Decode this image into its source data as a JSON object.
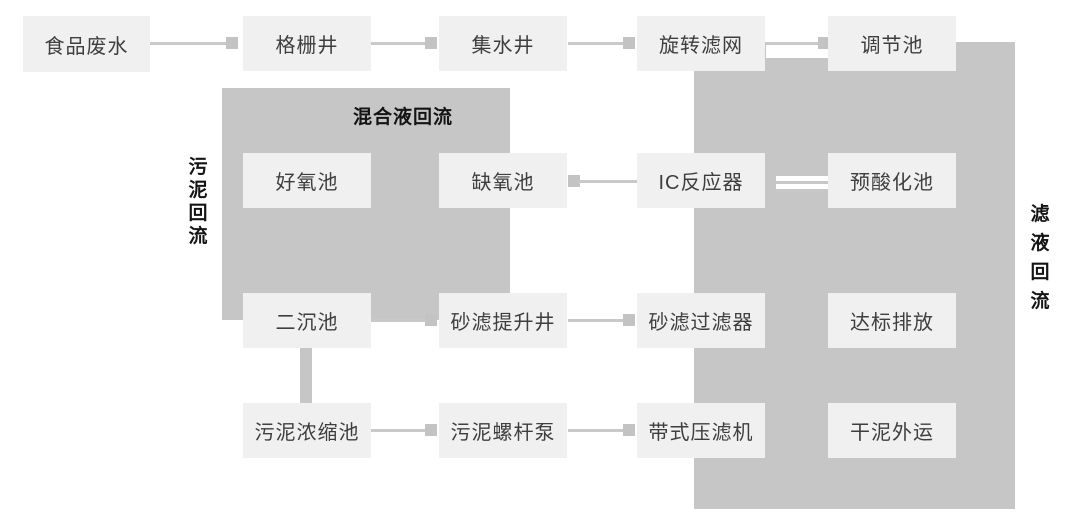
{
  "diagram": {
    "boxes": {
      "food_wastewater": "食品废水",
      "grid_well": "格栅井",
      "collection_well": "集水井",
      "rotary_screen": "旋转滤网",
      "regulating_tank": "调节池",
      "aerobic_tank": "好氧池",
      "anoxic_tank": "缺氧池",
      "ic_reactor": "IC反应器",
      "pre_acidification_tank": "预酸化池",
      "secondary_sedimentation_tank": "二沉池",
      "sand_filter_lift_well": "砂滤提升井",
      "sand_filter": "砂滤过滤器",
      "standard_discharge": "达标排放",
      "sludge_thickening_tank": "污泥浓缩池",
      "sludge_screw_pump": "污泥螺杆泵",
      "belt_filter_press": "带式压滤机",
      "dry_sludge_removal": "干泥外运"
    },
    "labels": {
      "mixed_liquor_reflux": "混合液回流",
      "sludge_reflux": "污泥回流",
      "filtrate_reflux": "滤液回流"
    },
    "edges": [
      {
        "from": "食品废水",
        "to": "格栅井"
      },
      {
        "from": "格栅井",
        "to": "集水井"
      },
      {
        "from": "集水井",
        "to": "旋转滤网"
      },
      {
        "from": "旋转滤网",
        "to": "调节池"
      },
      {
        "from": "IC反应器",
        "to": "缺氧池"
      },
      {
        "from": "IC反应器",
        "to": "预酸化池"
      },
      {
        "from": "二沉池",
        "to": "砂滤提升井"
      },
      {
        "from": "砂滤提升井",
        "to": "砂滤过滤器"
      },
      {
        "from": "二沉池",
        "to": "污泥浓缩池"
      },
      {
        "from": "污泥浓缩池",
        "to": "污泥螺杆泵"
      },
      {
        "from": "污泥螺杆泵",
        "to": "带式压滤机"
      }
    ],
    "colors": {
      "background": "#ffffff",
      "box_fill": "#f0f0f1",
      "region_fill": "#c6c6c6",
      "connector": "#c9c9c9",
      "box_text": "#3e3e3e",
      "label_text": "#141414"
    }
  }
}
